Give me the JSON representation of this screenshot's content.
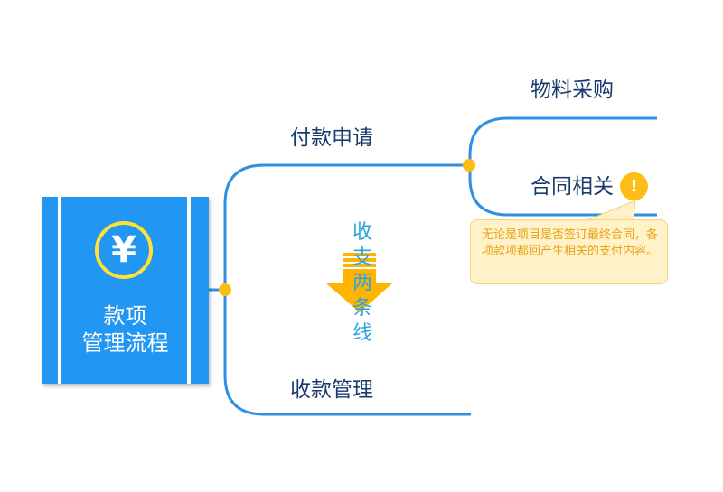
{
  "root": {
    "title_line1": "款项",
    "title_line2": "管理流程",
    "icon": "yen-icon",
    "icon_glyph": "¥"
  },
  "branches": {
    "payment_request": "付款申请",
    "receipt_management": "收款管理"
  },
  "sub_branches": {
    "material_purchase": "物料采购",
    "contract_related": "合同相关"
  },
  "center_note": [
    "收",
    "支",
    "两",
    "条",
    "线"
  ],
  "callout": {
    "icon": "warning-icon",
    "icon_glyph": "!",
    "text": "无论是项目是否签订最终合同，各项款项都回产生相关的支付内容。"
  },
  "colors": {
    "card_blue": "#2196f3",
    "line_blue": "#2f8fe0",
    "node_dot": "#fcbd14",
    "arrow_orange": "#ffb400",
    "label_navy": "#1a3b6e",
    "note_bg": "#fff2c8"
  }
}
